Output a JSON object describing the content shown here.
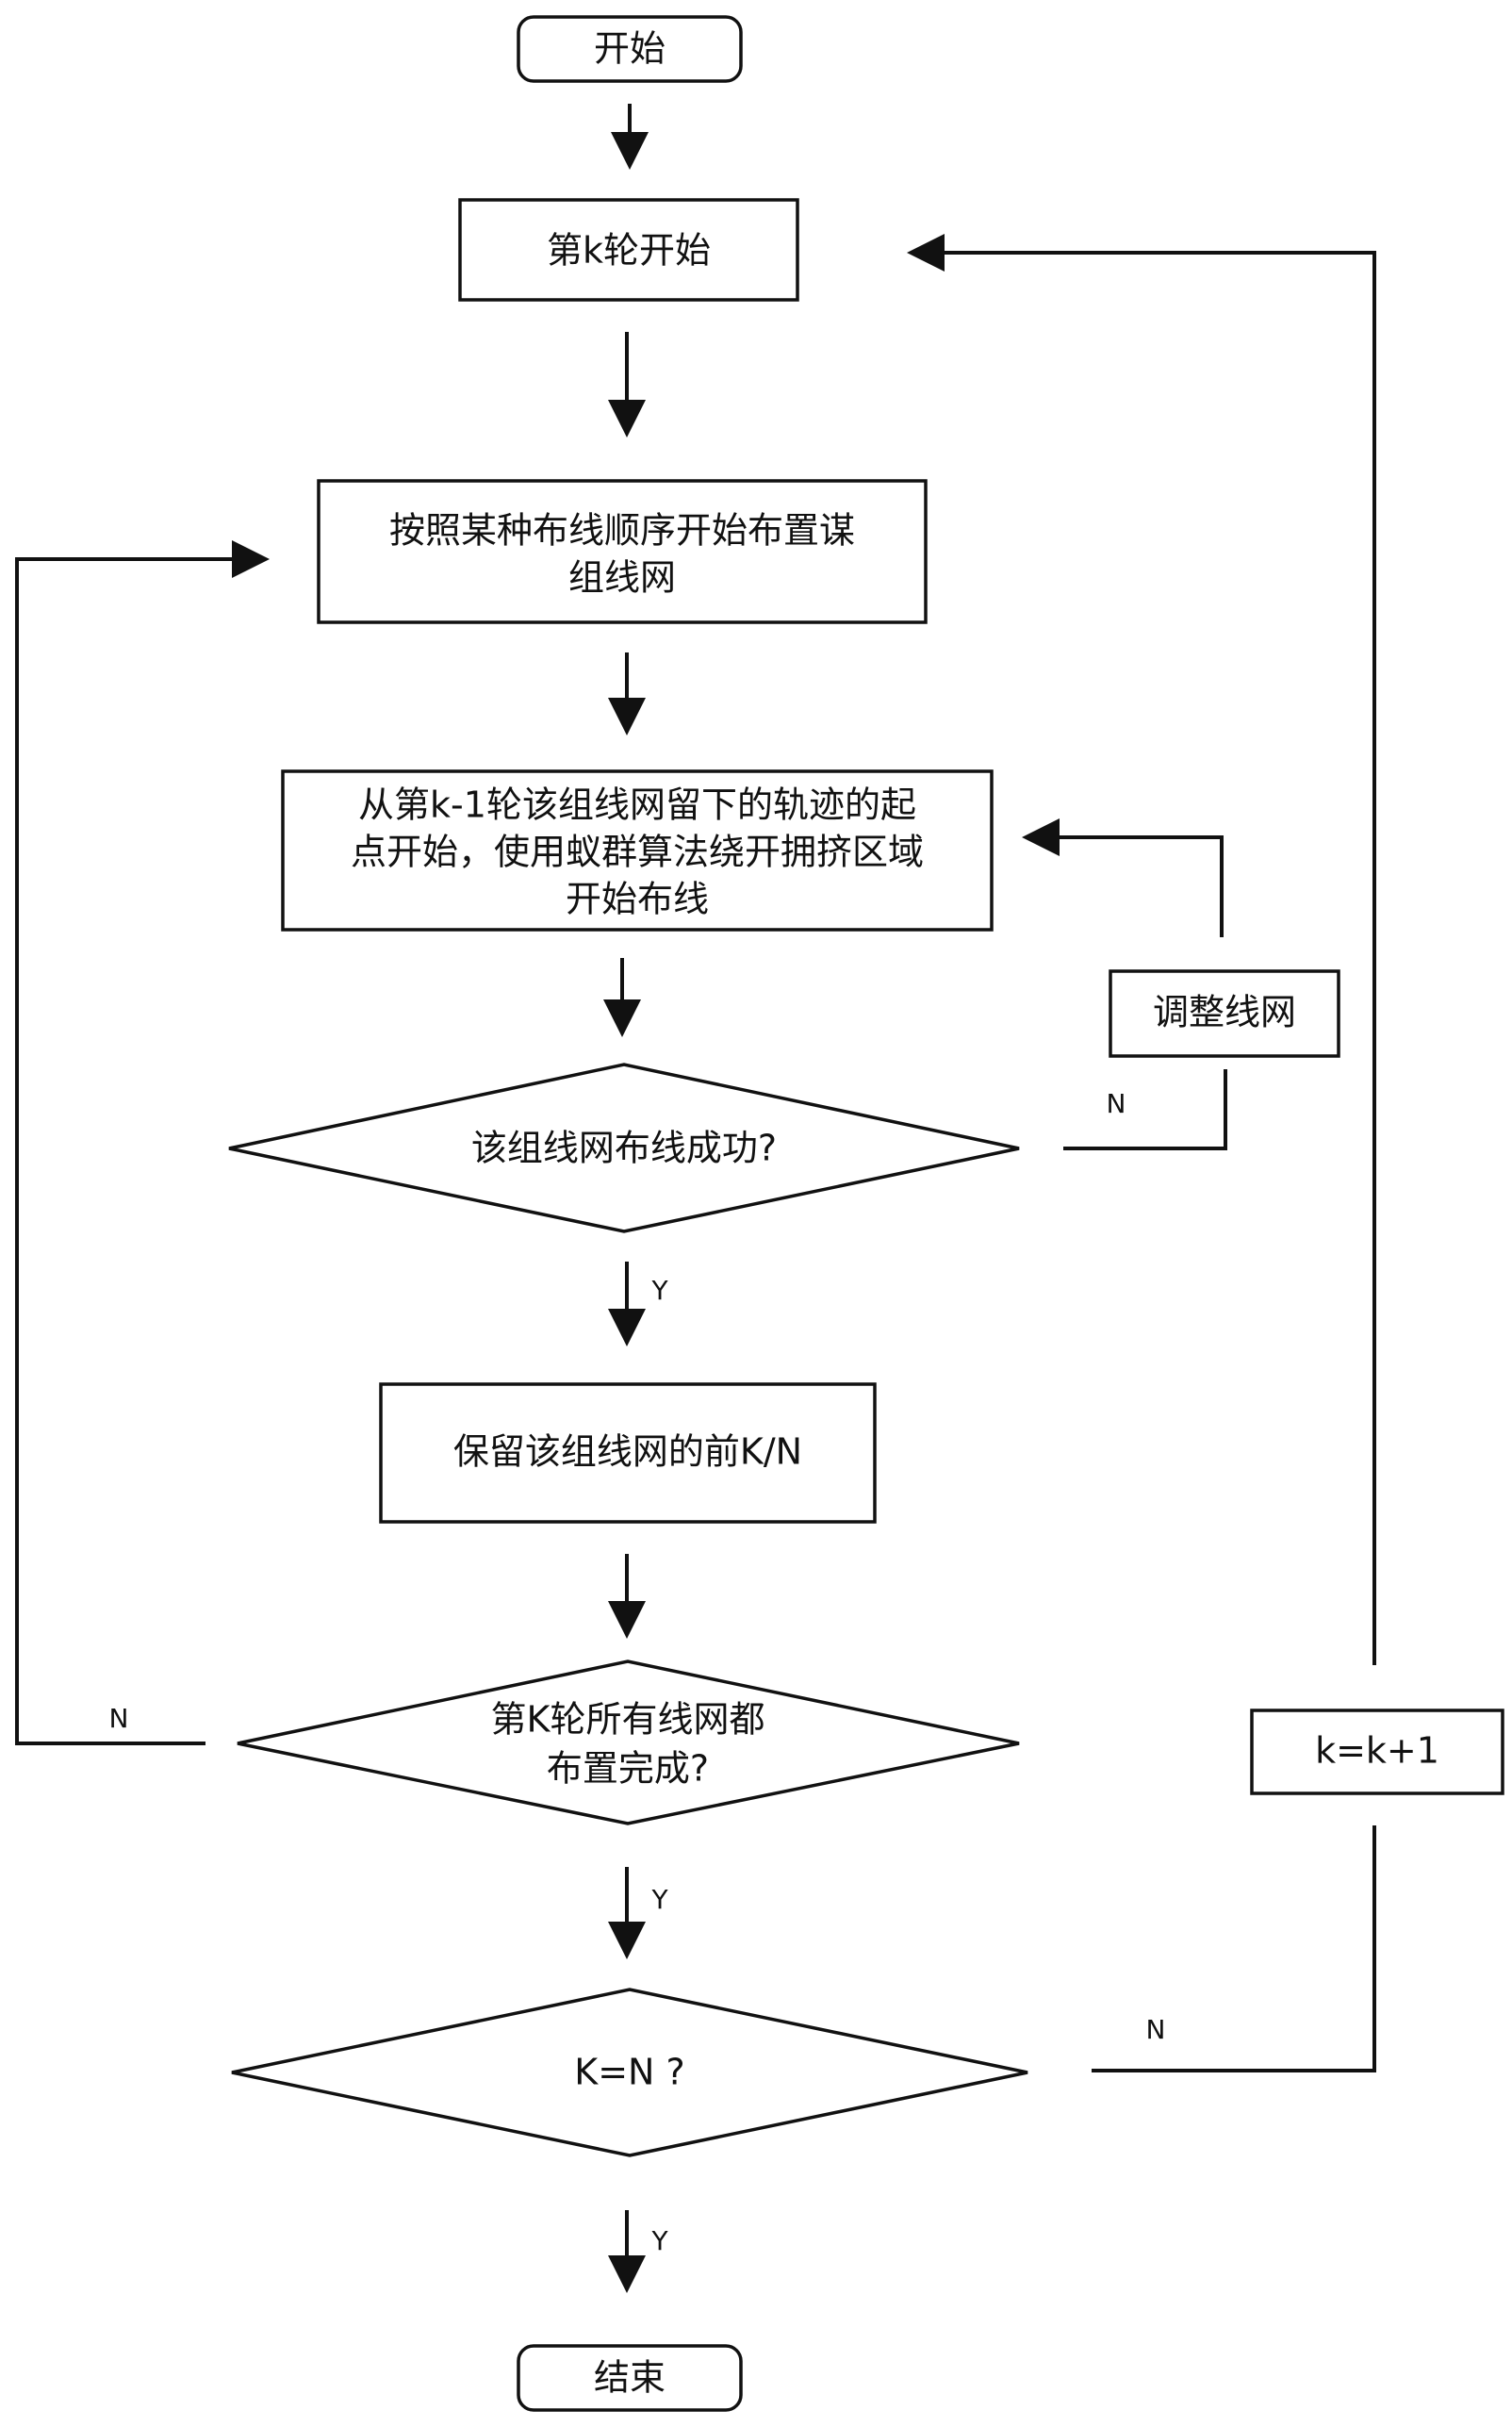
{
  "nodes": {
    "start": "开始",
    "round_start": "第k轮开始",
    "place_net_1": "按照某种布线顺序开始布置谋",
    "place_net_2": "组线网",
    "route_1": "从第k-1轮该组线网留下的轨迹的起",
    "route_2": "点开始，使用蚁群算法绕开拥挤区域",
    "route_3": "开始布线",
    "adjust": "调整线网",
    "success_q": "该组线网布线成功?",
    "keep": "保留该组线网的前K/N",
    "all_done_1": "第K轮所有线网都",
    "all_done_2": "布置完成?",
    "increment": "k=k+1",
    "k_eq_n": "K=N ?",
    "end": "结束"
  },
  "edge_labels": {
    "success_no": "N",
    "success_yes": "Y",
    "all_done_no": "N",
    "all_done_yes": "Y",
    "k_eq_n_no": "N",
    "k_eq_n_yes": "Y"
  },
  "colors": {
    "stroke": "#111111",
    "background": "#ffffff"
  }
}
